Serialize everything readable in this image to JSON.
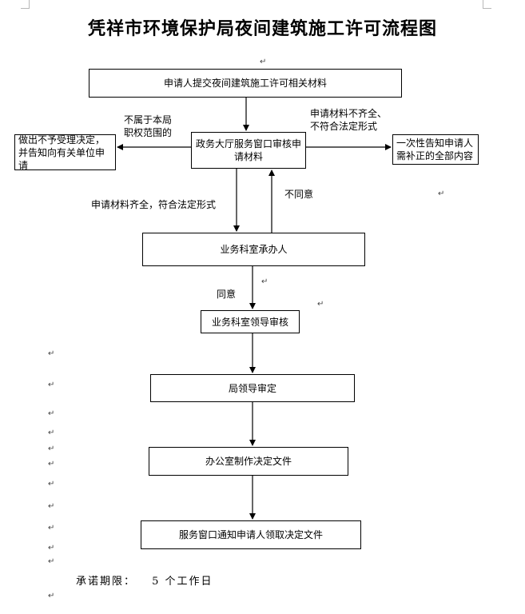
{
  "title": "凭祥市环境保护局夜间建筑施工许可流程图",
  "boxes": {
    "submit": "申请人提交夜间建筑施工许可相关材料",
    "window_review": "政务大厅服务窗口审核申请材料",
    "reject": "做出不予受理决定，并告知向有关单位申请",
    "supplement": "一次性告知申请人需补正的全部内容",
    "handler": "业务科室承办人",
    "dept_leader": "业务科室领导审核",
    "bureau_leader": "局领导审定",
    "office": "办公室制作决定文件",
    "notify": "服务窗口通知申请人领取决定文件"
  },
  "labels": {
    "not_in_scope": "不属于本局职权范围的",
    "incomplete": "申请材料不齐全、不符合法定形式",
    "complete": "申请材料齐全，符合法定形式",
    "disagree": "不同意",
    "agree": "同意"
  },
  "footer": {
    "label": "承诺期限：",
    "value": "5 个工作日"
  }
}
